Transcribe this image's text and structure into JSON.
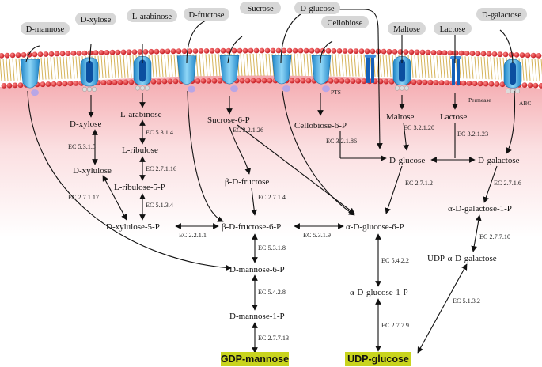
{
  "extracellular": {
    "mannose": "D-mannose",
    "xylose": "D-xylose",
    "arabinose": "L-arabinose",
    "fructose": "D-fructose",
    "sucrose": "Sucrose",
    "glucose": "D-glucose",
    "cellobiose": "Cellobiose",
    "maltose": "Maltose",
    "lactose": "Lactose",
    "galactose": "D-galactose"
  },
  "transporters": {
    "pts": "PTS",
    "permease": "Permease",
    "abc": "ABC"
  },
  "metabolites": {
    "xylose_in": "D-xylose",
    "xylulose": "D-xylulose",
    "xylulose5p": "D-xylulose-5-P",
    "arabinose_in": "L-arabinose",
    "ribulose": "L-ribulose",
    "ribulose5p": "L-ribulose-5-P",
    "sucrose6p": "Sucrose-6-P",
    "fructose": "β-D-fructose",
    "fructose6p": "β-D-fructose-6-P",
    "mannose6p": "D-mannose-6-P",
    "mannose1p": "D-mannose-1-P",
    "cellobiose6p": "Cellobiose-6-P",
    "maltose_in": "Maltose",
    "lactose_in": "Lactose",
    "glucose_in": "D-glucose",
    "galactose_in": "D-galactose",
    "glucose6p": "α-D-glucose-6-P",
    "glucose1p": "α-D-glucose-1-P",
    "galactose1p": "α-D-galactose-1-P",
    "udpgal": "UDP-α-D-galactose"
  },
  "enzymes": {
    "ec5315": "EC 5.3.1.5",
    "ec27117": "EC 2.7.1.17",
    "ec5314": "EC 5.3.1.4",
    "ec27116": "EC 2.7.1.16",
    "ec5134": "EC 5.1.3.4",
    "ec3212_6": "EC 3.2.1.26",
    "ec2714": "EC 2.7.1.4",
    "ec2211": "EC 2.2.1.1",
    "ec5319": "EC 5.3.1.9",
    "ec5318": "EC 5.3.1.8",
    "ec5428a": "EC 5.4.2.8",
    "ec27713": "EC 2.7.7.13",
    "ec32186": "EC 3.2.1.86",
    "ec32120": "EC 3.2.1.20",
    "ec32123": "EC 3.2.1.23",
    "ec2712": "EC 2.7.1.2",
    "ec2716": "EC 2.7.1.6",
    "ec27710": "EC 2.7.7.10",
    "ec5422": "EC 5.4.2.2",
    "ec2779": "EC 2.7.7.9",
    "ec5132": "EC 5.1.3.2"
  },
  "products": {
    "gdp": "GDP-mannose",
    "udp": "UDP-glucose"
  },
  "colors": {
    "membrane_head": "#e8232a",
    "membrane_tail": "#e0c06a",
    "cytoplasm": "#f9c9cc",
    "transporter": "#2fa6df",
    "product_box": "#c8d41e"
  }
}
